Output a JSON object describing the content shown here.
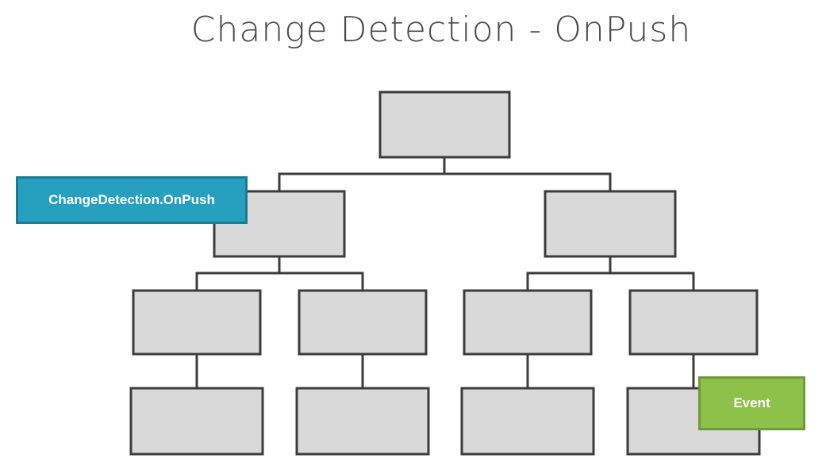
{
  "diagram": {
    "title": "Change Detection - OnPush",
    "labels": {
      "onpush": "ChangeDetection.OnPush",
      "event": "Event"
    },
    "colors": {
      "node_fill": "#d9d9d9",
      "node_stroke": "#3c3c3c",
      "onpush_tag": "#27a0bf",
      "event_tag": "#8dc14a"
    }
  }
}
